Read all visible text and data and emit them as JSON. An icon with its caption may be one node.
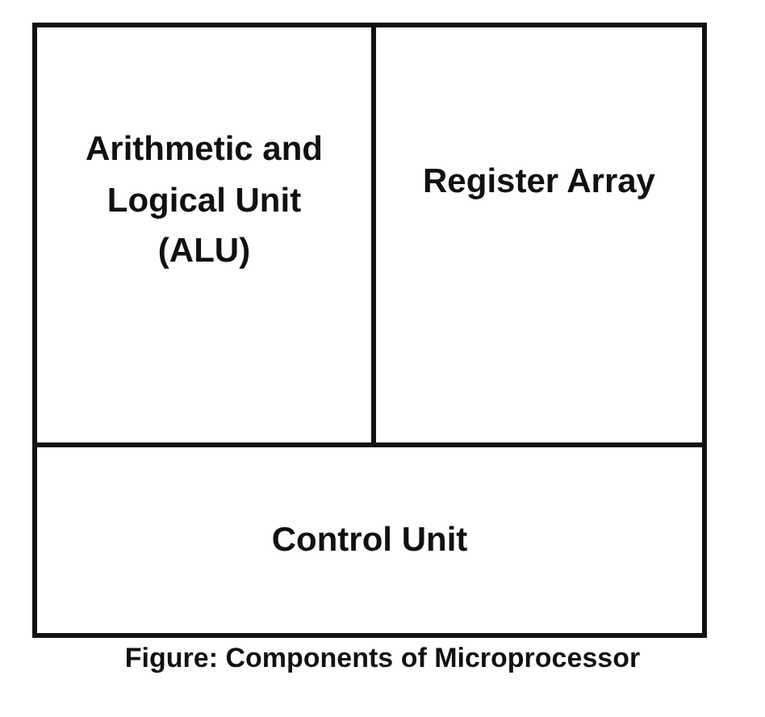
{
  "diagram": {
    "caption": "Figure: Components of Microprocessor",
    "nodes": [
      {
        "text": [
          "Arithmetic and Logical Unit (ALU)"
        ]
      },
      {
        "text": [
          "Register Array"
        ]
      },
      {
        "text": [
          "Control Unit"
        ]
      }
    ]
  }
}
